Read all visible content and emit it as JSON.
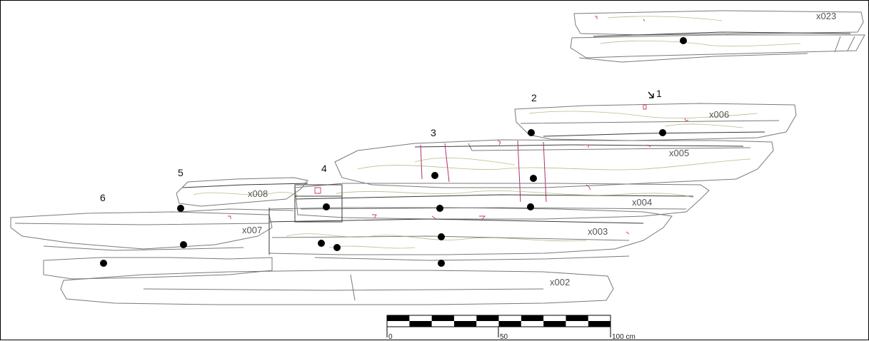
{
  "planks": [
    {
      "id": "x023"
    },
    {
      "id": "x006"
    },
    {
      "id": "x005"
    },
    {
      "id": "x004"
    },
    {
      "id": "x008"
    },
    {
      "id": "x007"
    },
    {
      "id": "x003"
    },
    {
      "id": "x002"
    }
  ],
  "numbers": [
    "1",
    "2",
    "3",
    "4",
    "5",
    "6"
  ],
  "scale_bar": {
    "tick_labels": [
      "0",
      "50",
      "100 cm"
    ],
    "segments": 10
  },
  "colors": {
    "outline": "#7a7a7a",
    "contour": "#9bb36a",
    "markings": "#d23a4a",
    "dots": "#000000"
  }
}
